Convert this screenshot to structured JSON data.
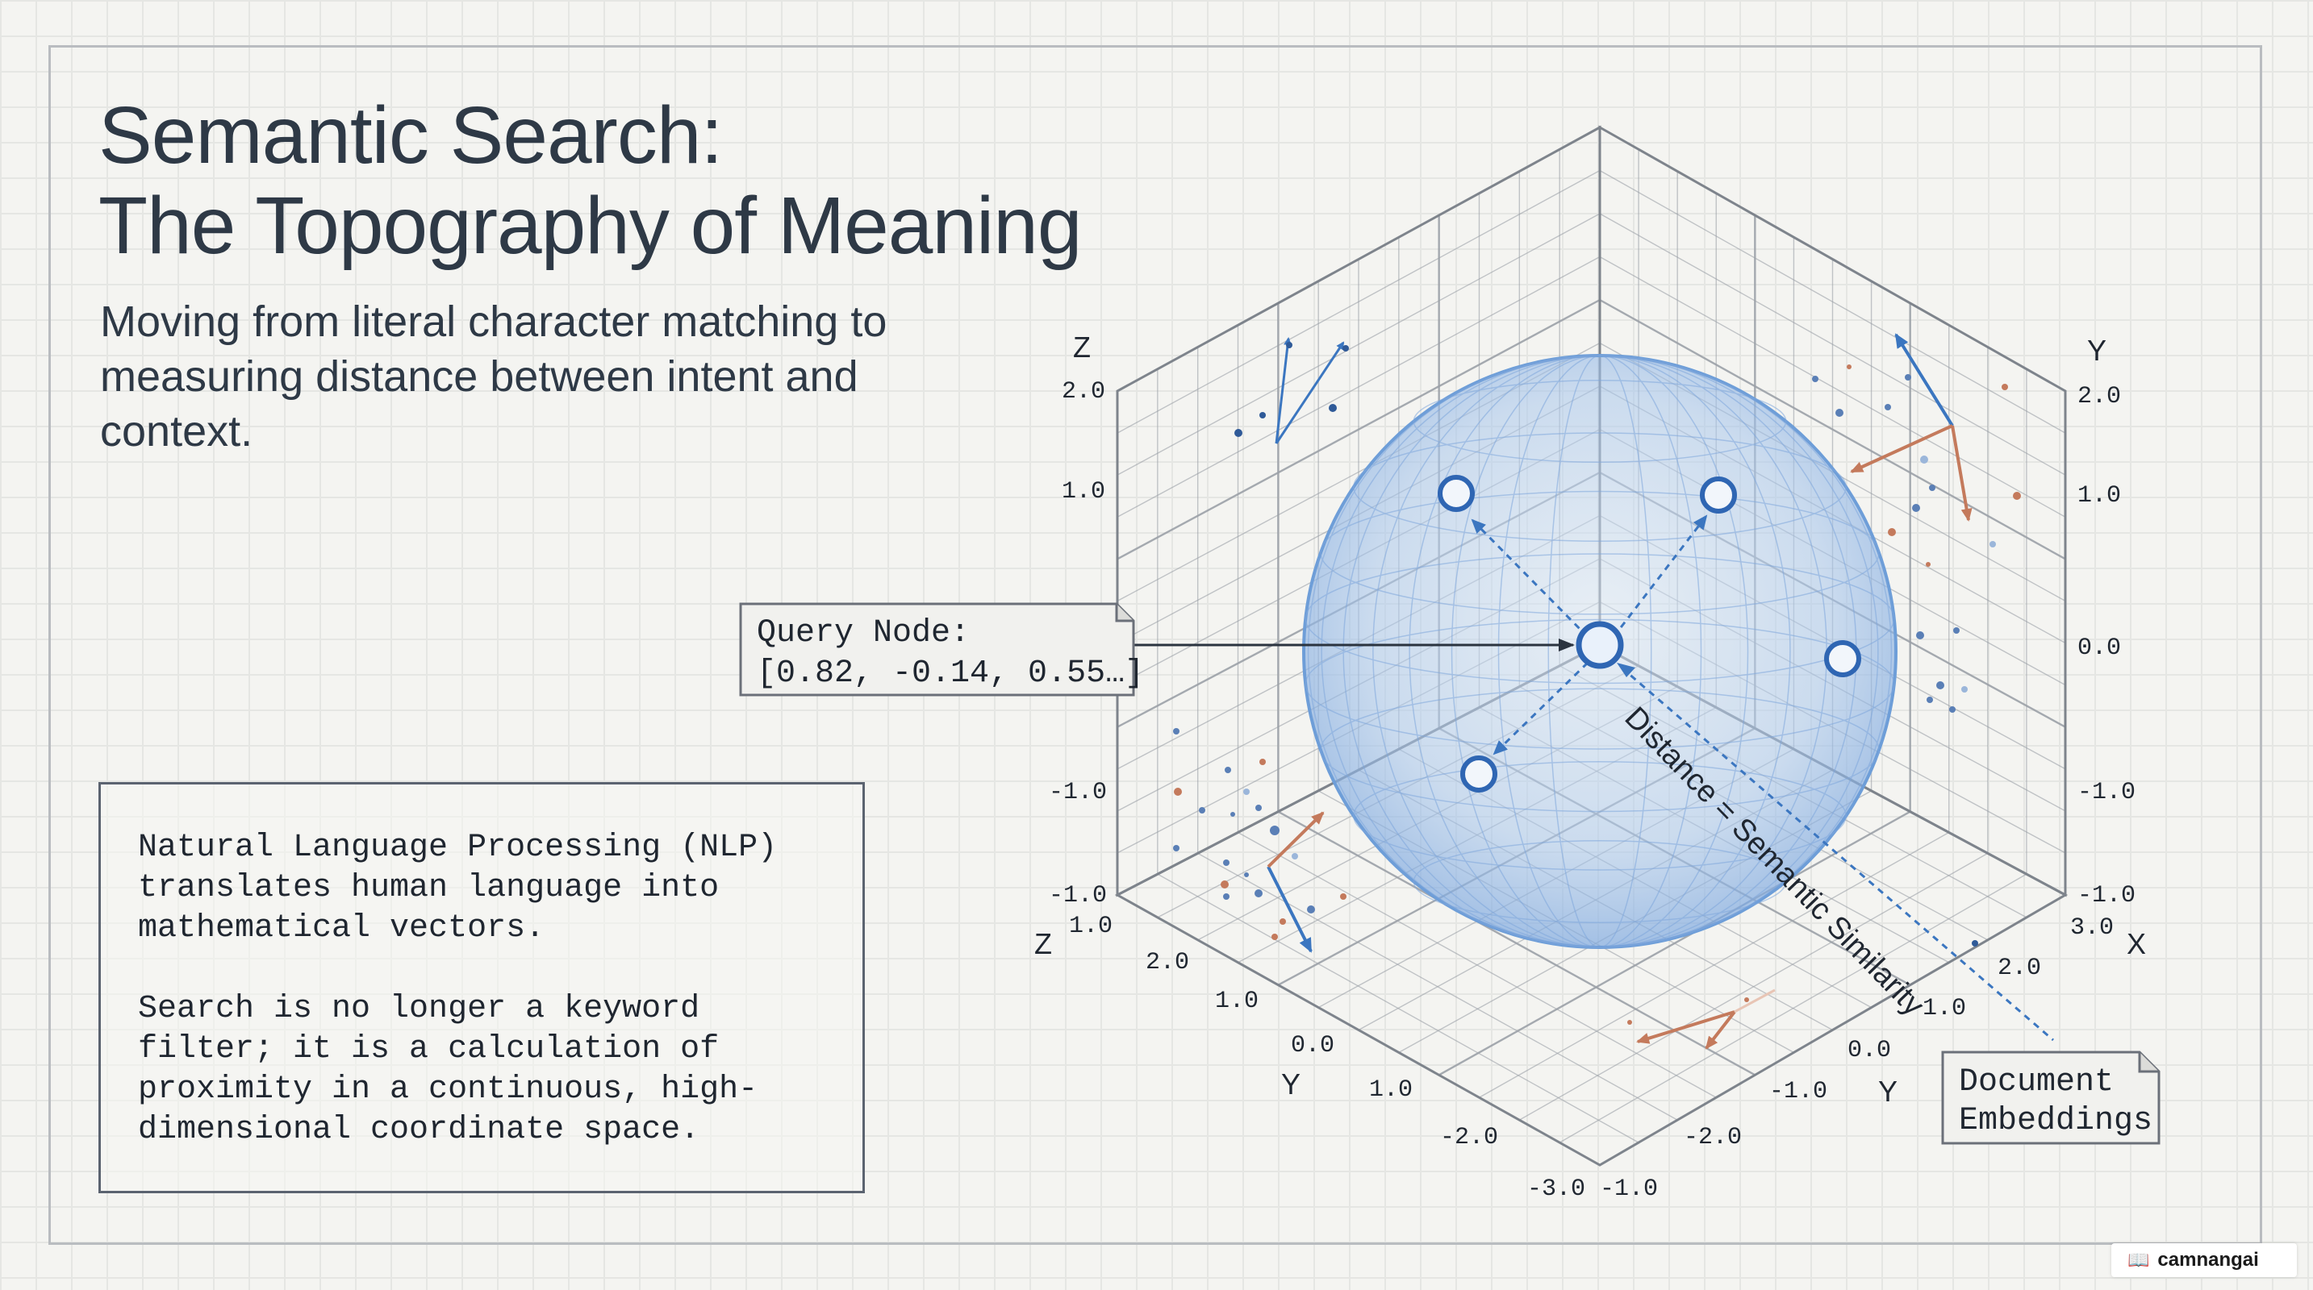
{
  "title": {
    "line1": "Semantic Search:",
    "line2": "The Topography of Meaning"
  },
  "subtitle": "Moving from literal character matching to measuring distance between intent and context.",
  "info_box": {
    "paragraph1": "Natural Language Processing (NLP) translates human language into mathematical vectors.",
    "paragraph2": "Search is no longer a keyword filter; it is a calculation of proximity in a continuous, high-dimensional coordinate space."
  },
  "diagram": {
    "axes": {
      "left_top_label": "Z",
      "left_bottom_label": "Z",
      "right_top_label": "Y",
      "right_bottom_label": "X",
      "front_label": "Y",
      "front_right_label": "Y",
      "left_ticks": [
        "2.0",
        "1.0",
        "-1.0",
        "-1.0"
      ],
      "right_ticks": [
        "2.0",
        "1.0",
        "0.0",
        "-1.0",
        "-1.0"
      ],
      "floor_left_ticks": [
        "1.0",
        "2.0",
        "1.0",
        "0.0",
        "1.0",
        "-2.0",
        "-3.0"
      ],
      "floor_right_ticks": [
        "3.0",
        "2.0",
        "1.0",
        "0.0",
        "-1.0",
        "-2.0",
        "-1.0"
      ]
    },
    "query_callout": {
      "line1": "Query Node:",
      "line2": "[0.82, -0.14, 0.55…]"
    },
    "distance_label": "Distance = Semantic Similarity",
    "documents_callout": {
      "line1": "Document",
      "line2": "Embeddings"
    },
    "colors": {
      "accent_blue": "#3b76c0",
      "accent_orange": "#c47a5c",
      "grid": "#8e939b",
      "sphere_fill": "#aac8ec"
    }
  },
  "watermark": {
    "text": "camnangai",
    "icon": "book-icon"
  }
}
